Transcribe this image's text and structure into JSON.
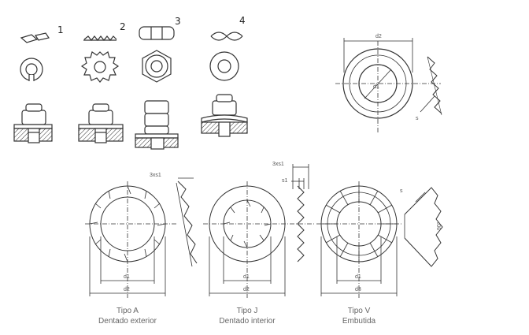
{
  "figure_numbers": [
    "1",
    "2",
    "3",
    "4"
  ],
  "top_right": {
    "d2": "d2",
    "d1": "d1",
    "s": "s"
  },
  "tipo_a": {
    "title": "Tipo A",
    "subtitle": "Dentado exterior",
    "d1": "d1",
    "d2": "d2",
    "thickness": "3xs1"
  },
  "tipo_j": {
    "title": "Tipo J",
    "subtitle": "Dentado interior",
    "d1": "d1",
    "d2": "d2",
    "thickness": "3xs1",
    "s1": "s1"
  },
  "tipo_v": {
    "title": "Tipo V",
    "subtitle": "Embutida",
    "d1": "d1",
    "d3": "d3",
    "angle": "90°",
    "side": "s"
  }
}
